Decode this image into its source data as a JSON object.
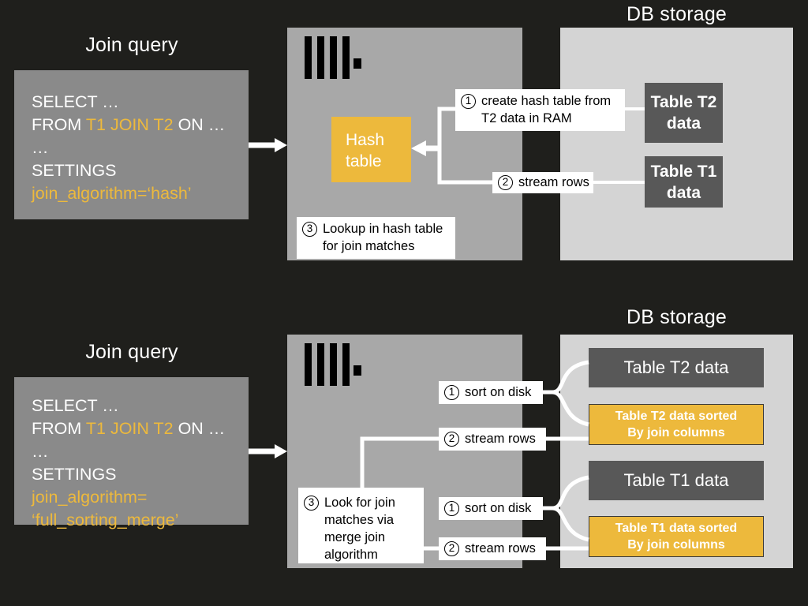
{
  "diagram": {
    "title_top": "Join query",
    "title_bottom": "Join query",
    "db_storage_top": "DB storage",
    "db_storage_bottom": "DB storage"
  },
  "query_top": {
    "line1": "SELECT …",
    "line2_pre": "FROM ",
    "line2_hl": "T1 JOIN T2",
    "line2_post": " ON …",
    "line3": "…",
    "line4": "SETTINGS",
    "line5": "join_algorithm=‘hash’"
  },
  "query_bottom": {
    "line1": "SELECT …",
    "line2_pre": "FROM ",
    "line2_hl": "T1 JOIN T2",
    "line2_post": " ON …",
    "line3": "…",
    "line4": "SETTINGS",
    "line5": "join_algorithm=",
    "line6": "‘full_sorting_merge’"
  },
  "hash_diagram": {
    "hash_table_line1": "Hash",
    "hash_table_line2": "table",
    "step1_num": "1",
    "step1_line1": "create hash table from",
    "step1_line2": "T2 data in RAM",
    "step2_num": "2",
    "step2_text": "stream rows",
    "step3_num": "3",
    "step3_line1": "Lookup in hash table",
    "step3_line2": "for join matches",
    "table_t2_line1": "Table T2",
    "table_t2_line2": "data",
    "table_t1_line1": "Table T1",
    "table_t1_line2": "data"
  },
  "merge_diagram": {
    "step3_num": "3",
    "step3_line1": "Look for join",
    "step3_line2": "matches via",
    "step3_line3": "merge join",
    "step3_line4": "algorithm",
    "t2_sort_num": "1",
    "t2_sort_text": "sort on disk",
    "t2_stream_num": "2",
    "t2_stream_text": "stream rows",
    "t1_sort_num": "1",
    "t1_sort_text": "sort on disk",
    "t1_stream_num": "2",
    "t1_stream_text": "stream rows",
    "table_t2": "Table T2 data",
    "table_t2_sorted_line1": "Table T2 data sorted",
    "table_t2_sorted_line2": "By join columns",
    "table_t1": "Table T1 data",
    "table_t1_sorted_line1": "Table T1 data sorted",
    "table_t1_sorted_line2": "By join columns"
  },
  "colors": {
    "background": "#1f1f1c",
    "accent_yellow": "#edb93c",
    "server_panel": "#a8a8a8",
    "db_panel": "#d4d4d4",
    "query_panel": "#8a8a8a",
    "table_dark": "#585858",
    "text_white": "#ffffff"
  }
}
